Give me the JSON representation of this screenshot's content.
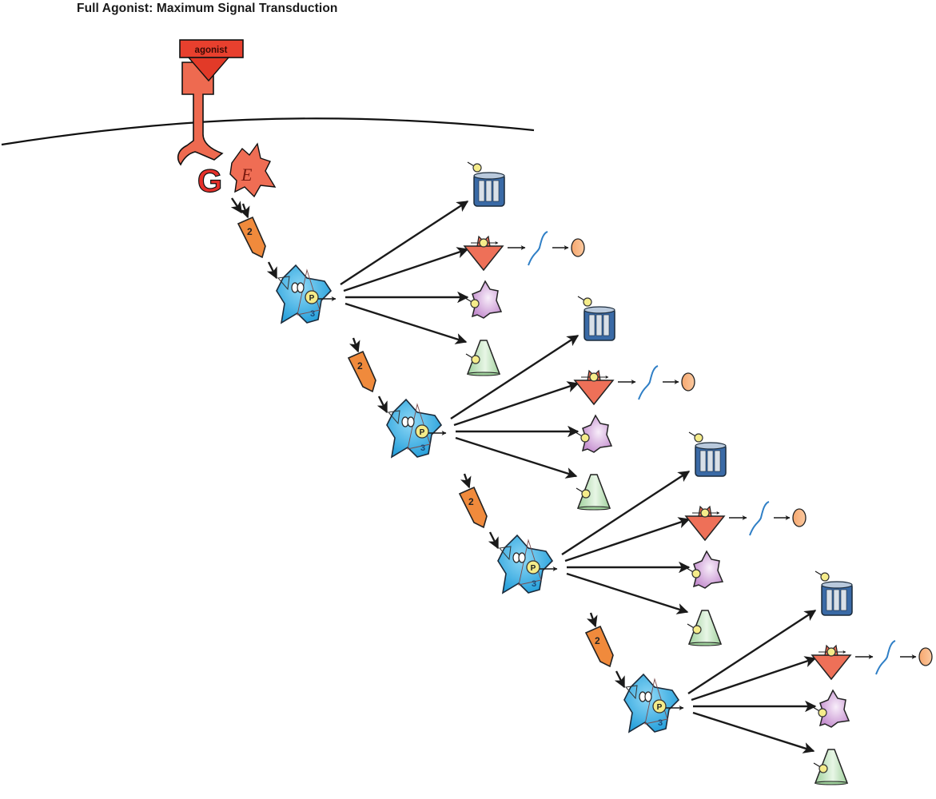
{
  "title": "Full Agonist: Maximum Signal Transduction",
  "receptor": {
    "ligand_label": "agonist",
    "g_protein_label": "G",
    "effector_label": "E"
  },
  "cascade": {
    "second_messenger_label": "2",
    "kinase_label": "3",
    "phosphate_label": "P",
    "tier_count": 4,
    "targets_per_tier": [
      "ion-channel",
      "transcription-factor",
      "enzyme",
      "structural-protein"
    ],
    "downstream_chain": [
      "mRNA",
      "protein-product"
    ]
  },
  "colors": {
    "receptor_red": "#e8402e",
    "receptor_light": "#ee6a50",
    "second_messenger_orange": "#f08a3c",
    "kinase_blue": "#3fb2e6",
    "phosphate_yellow": "#f5ec8a",
    "channel_blue": "#3a6aa6",
    "tf_salmon": "#ee7058",
    "mrna_blue": "#2f7fc6",
    "product_peach": "#f7b584",
    "enzyme_purple": "#d7a9dc",
    "cone_green": "#b7dfb4"
  }
}
